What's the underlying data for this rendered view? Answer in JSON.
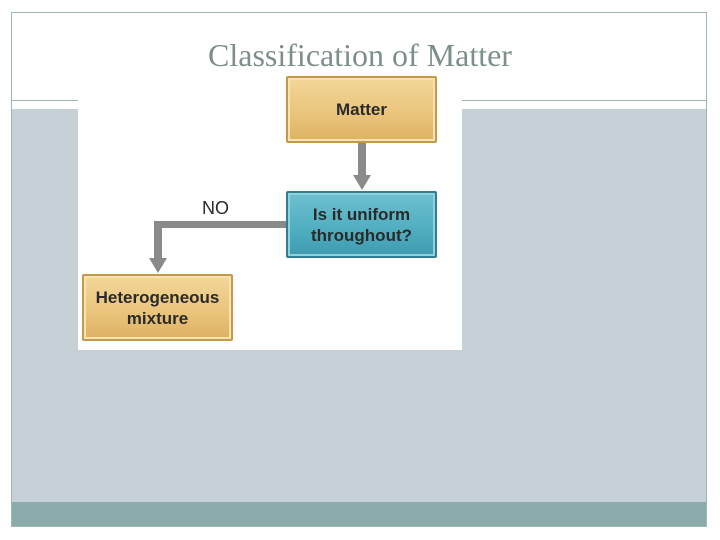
{
  "slide": {
    "title": "Classification of Matter"
  },
  "diagram": {
    "nodes": {
      "matter": "Matter",
      "uniform_question_line1": "Is it uniform",
      "uniform_question_line2": "throughout?",
      "heterogeneous_line1": "Heterogeneous",
      "heterogeneous_line2": "mixture"
    },
    "edge_labels": {
      "no": "NO"
    }
  },
  "colors": {
    "node_gold": "#e9c37a",
    "node_teal": "#4fadc0",
    "arrow_gray": "#8a8a8a",
    "content_panel": "#c5d1d7",
    "footer_bar": "#8aacaa",
    "title_text": "#7c8f8d"
  }
}
